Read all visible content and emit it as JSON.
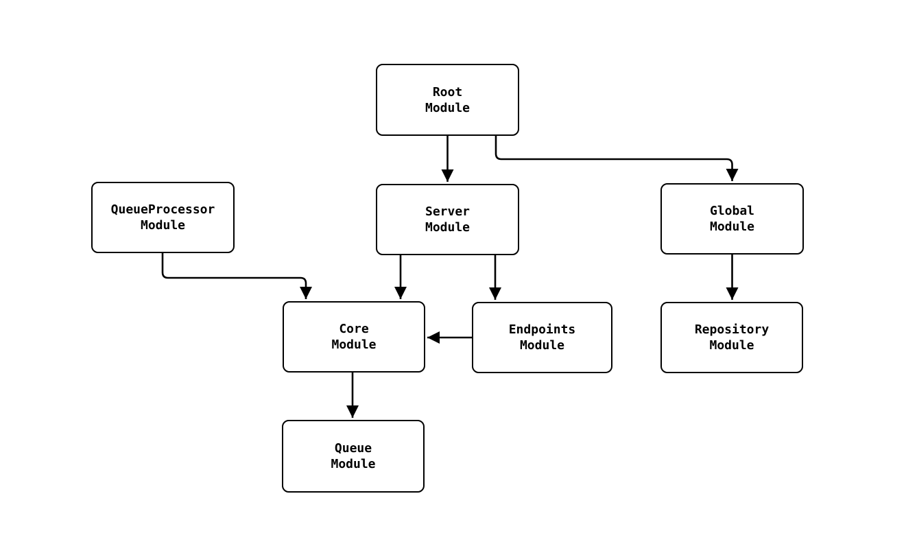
{
  "diagram": {
    "type": "flowchart",
    "background_color": "#ffffff",
    "stroke_color": "#000000",
    "node_fill_color": "#ffffff",
    "nodes": {
      "root": {
        "label": "Root\nModule"
      },
      "server": {
        "label": "Server\nModule"
      },
      "global": {
        "label": "Global\nModule"
      },
      "queueprocessor": {
        "label": "QueueProcessor\nModule"
      },
      "core": {
        "label": "Core\nModule"
      },
      "endpoints": {
        "label": "Endpoints\nModule"
      },
      "repository": {
        "label": "Repository\nModule"
      },
      "queue": {
        "label": "Queue\nModule"
      }
    },
    "edges": [
      {
        "from": "Root Module",
        "to": "Server Module"
      },
      {
        "from": "Root Module",
        "to": "Global Module"
      },
      {
        "from": "QueueProcessor Module",
        "to": "Core Module"
      },
      {
        "from": "Server Module",
        "to": "Core Module"
      },
      {
        "from": "Server Module",
        "to": "Endpoints Module"
      },
      {
        "from": "Endpoints Module",
        "to": "Core Module"
      },
      {
        "from": "Global Module",
        "to": "Repository Module"
      },
      {
        "from": "Core Module",
        "to": "Queue Module"
      }
    ]
  }
}
